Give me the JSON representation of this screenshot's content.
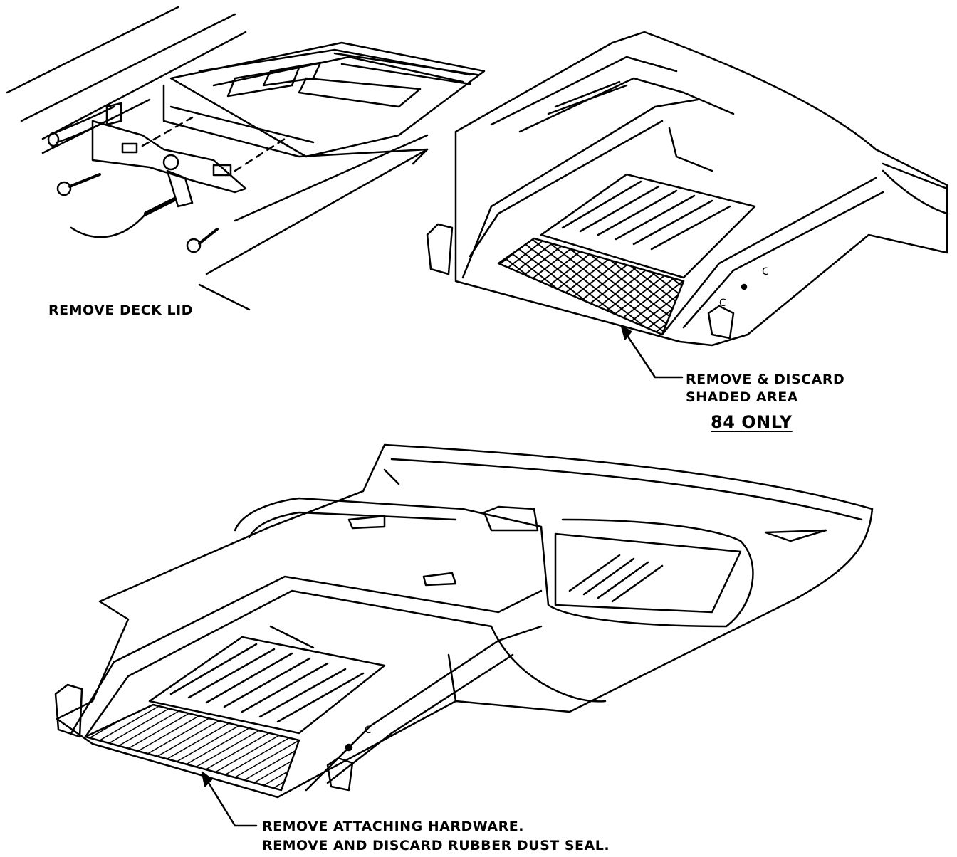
{
  "labels": {
    "remove_deck_lid": "REMOVE DECK LID",
    "shaded_line1": "REMOVE & DISCARD",
    "shaded_line2": "SHADED AREA",
    "year_note": "84 ONLY",
    "hardware_line1": "REMOVE ATTACHING HARDWARE.",
    "hardware_line2": "REMOVE AND DISCARD RUBBER DUST SEAL."
  },
  "colors": {
    "ink": "#000000",
    "paper": "#ffffff"
  }
}
